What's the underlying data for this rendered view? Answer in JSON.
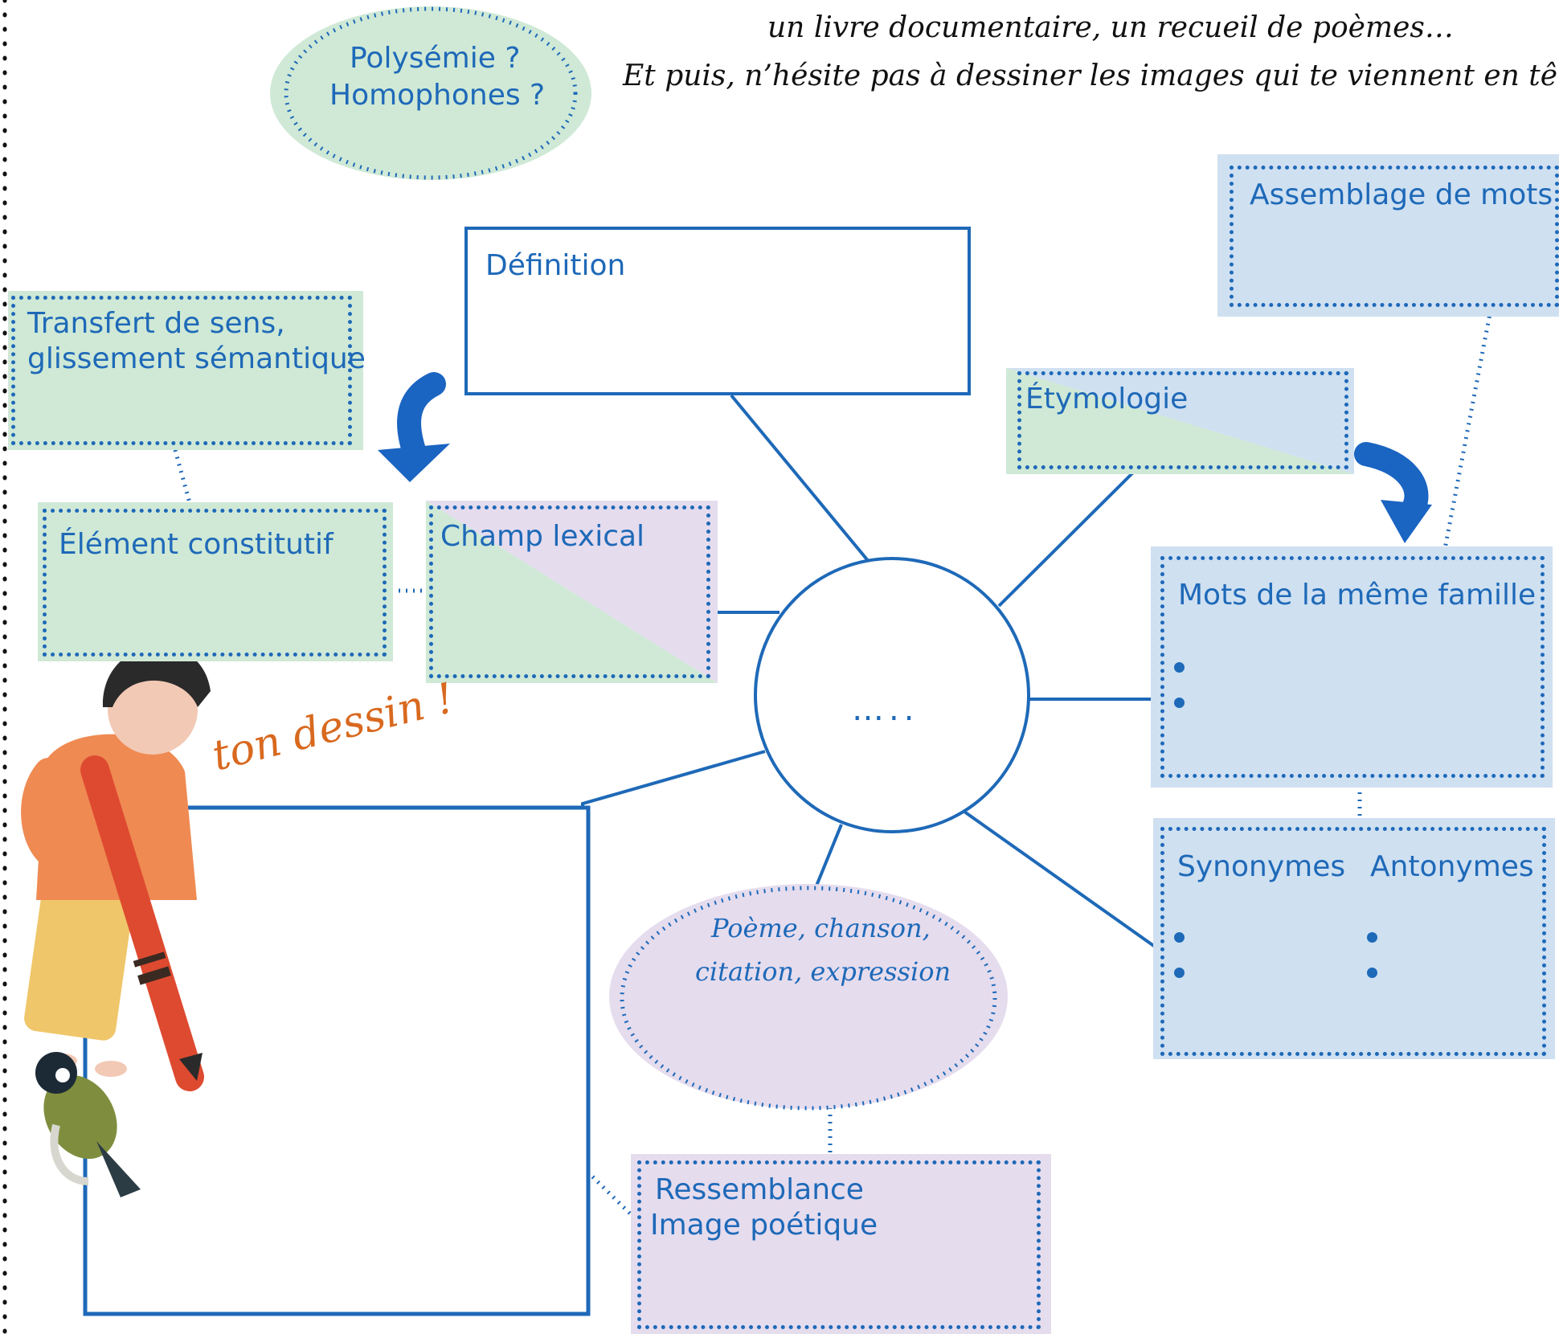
{
  "colors": {
    "blue_line": "#1e69b8",
    "green_fill": "#cfe9d6",
    "blue_fill": "#cfe0f1",
    "violet_fill": "#e5dcee",
    "drawing_orange": "#d8691f"
  },
  "instructions": {
    "line1": "un livre documentaire, un recueil de poèmes…",
    "line2": "Et puis, n’hésite pas à dessiner les images qui te viennent en tête !"
  },
  "polysemie": {
    "line1": "Polysémie ?",
    "line2": "Homophones ?"
  },
  "definition": {
    "label": "Définition"
  },
  "transfert": {
    "line1": "Transfert de sens,",
    "line2": "glissement sémantique"
  },
  "etymologie": {
    "label": "Étymologie"
  },
  "assemblage": {
    "label": "Assemblage de mots"
  },
  "element": {
    "label": "Élément constitutif"
  },
  "champ": {
    "label": "Champ lexical"
  },
  "center": {
    "label": "….."
  },
  "famille": {
    "label": "Mots de la même famille"
  },
  "syn_ant": {
    "synonymes": "Synonymes",
    "antonymes": "Antonymes"
  },
  "poeme": {
    "line1": "Poème, chanson,",
    "line2": "citation, expression"
  },
  "ressemblance": {
    "line1": "Ressemblance",
    "line2": "Image poétique"
  },
  "dessin": {
    "label": "ton dessin !"
  },
  "icons": {
    "arrow_left": "curved-arrow-icon",
    "arrow_right": "curved-arrow-icon",
    "child": "child-with-crayon-illustration",
    "bird": "bird-illustration"
  }
}
